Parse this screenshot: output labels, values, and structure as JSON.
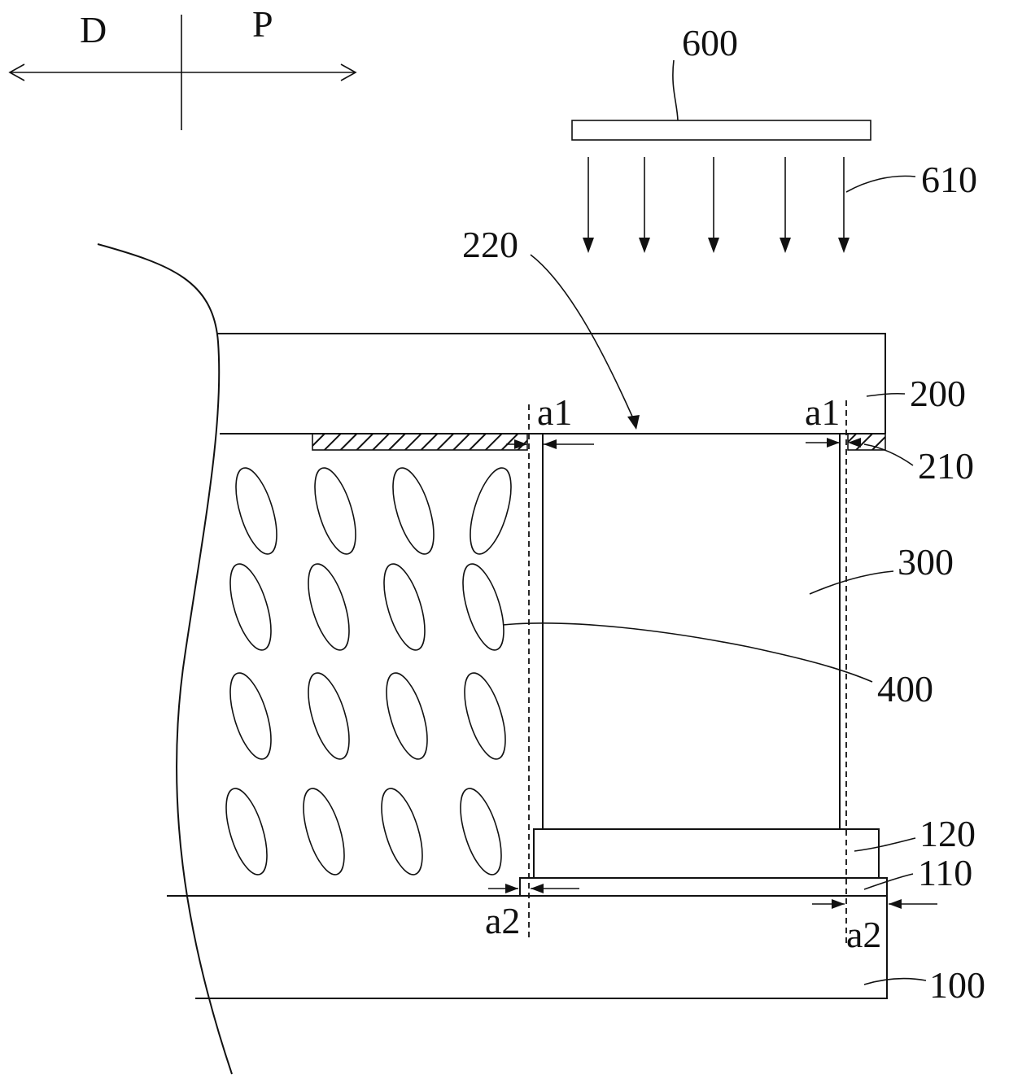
{
  "labels": {
    "D": "D",
    "P": "P",
    "n600": "600",
    "n610": "610",
    "n220": "220",
    "n200": "200",
    "a1_left": "a1",
    "a1_right": "a1",
    "n210": "210",
    "n300": "300",
    "n400": "400",
    "n120": "120",
    "n110": "110",
    "a2_left": "a2",
    "a2_right": "a2",
    "n100": "100"
  }
}
